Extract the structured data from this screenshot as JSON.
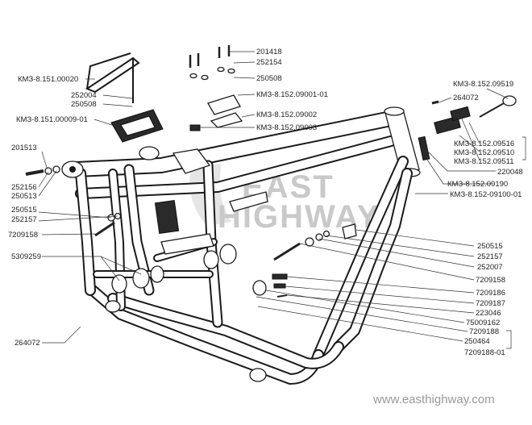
{
  "watermark": {
    "line1": "EAST",
    "line2": "HIGHWAY",
    "url": "www.easthighway.com"
  },
  "labels_left": [
    {
      "id": "km3-8-151-00020",
      "text": "КМЗ-8.151.00020"
    },
    {
      "id": "252004",
      "text": "252004"
    },
    {
      "id": "250508-left",
      "text": "250508"
    },
    {
      "id": "km3-8-151-00009-01",
      "text": "КМЗ-8.151.00009-01"
    },
    {
      "id": "201513",
      "text": "201513"
    },
    {
      "id": "252156",
      "text": "252156"
    },
    {
      "id": "250513",
      "text": "250513"
    },
    {
      "id": "250515-left",
      "text": "250515"
    },
    {
      "id": "252157-left",
      "text": "252157"
    },
    {
      "id": "7209158-left",
      "text": "7209158"
    },
    {
      "id": "5309259",
      "text": "5309259"
    },
    {
      "id": "264072-bottom",
      "text": "264072"
    }
  ],
  "labels_top": [
    {
      "id": "201418",
      "text": "201418"
    },
    {
      "id": "252154",
      "text": "252154"
    },
    {
      "id": "250508-top",
      "text": "250508"
    },
    {
      "id": "km3-8-152-09001-01",
      "text": "КМЗ-8.152.09001-01"
    },
    {
      "id": "km3-8-152-09002",
      "text": "КМЗ-8.152.09002"
    },
    {
      "id": "km3-8-152-09003",
      "text": "КМЗ-8.152.09003"
    }
  ],
  "labels_right": [
    {
      "id": "km3-8-152-09519",
      "text": "КМЗ-8.152.09519"
    },
    {
      "id": "264072-top",
      "text": "264072"
    },
    {
      "id": "km3-8-152-09516",
      "text": "КМЗ-8.152.09516"
    },
    {
      "id": "km3-8-152-09510",
      "text": "КМЗ-8.152.09510"
    },
    {
      "id": "km3-8-152-09511",
      "text": "КМЗ-8.152.09511"
    },
    {
      "id": "220048",
      "text": "220048"
    },
    {
      "id": "km3-8-152-09190",
      "text": "КМЗ-8.152.09190"
    },
    {
      "id": "km3-8-152-09100-01",
      "text": "КМЗ-8.152-09100-01"
    },
    {
      "id": "250515-right",
      "text": "250515"
    },
    {
      "id": "252157-right",
      "text": "252157"
    },
    {
      "id": "252007",
      "text": "252007"
    },
    {
      "id": "7209158-right",
      "text": "7209158"
    },
    {
      "id": "7209186",
      "text": "7209186"
    },
    {
      "id": "7209187",
      "text": "7209187"
    },
    {
      "id": "223046",
      "text": "223046"
    },
    {
      "id": "75009162",
      "text": "75009162"
    },
    {
      "id": "7209188",
      "text": "7209188"
    },
    {
      "id": "250464",
      "text": "250464"
    },
    {
      "id": "7209188-01",
      "text": "7209188-01"
    }
  ]
}
